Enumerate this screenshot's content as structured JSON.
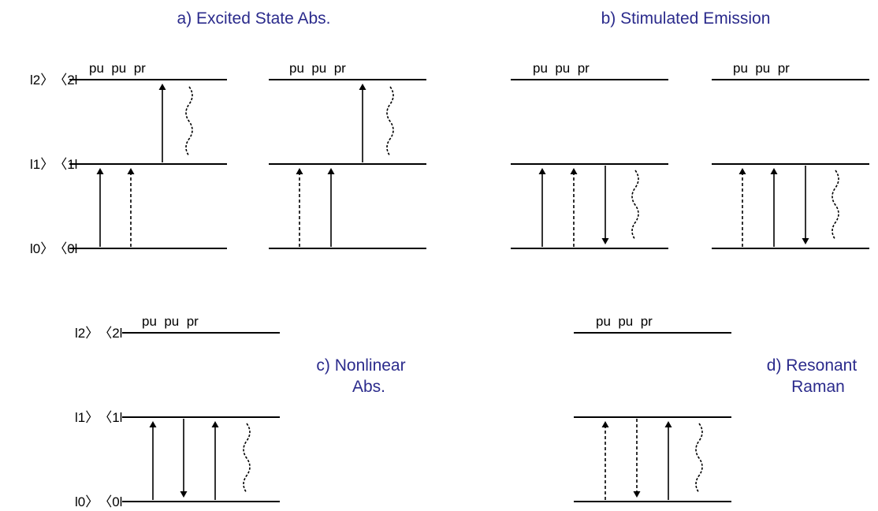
{
  "colors": {
    "title": "#2b2b8c",
    "line": "#000000"
  },
  "titles": {
    "a": "a) Excited State Abs.",
    "b": "b) Stimulated Emission",
    "c_line1": "c) Nonlinear",
    "c_line2": "Abs.",
    "d_line1": "d) Resonant",
    "d_line2": "Raman"
  },
  "state_labels": {
    "s2": "l2〉〈2l",
    "s1": "l1〉〈1l",
    "s0": "l0〉〈0l"
  },
  "pulse_labels": "pu  pu  pr"
}
